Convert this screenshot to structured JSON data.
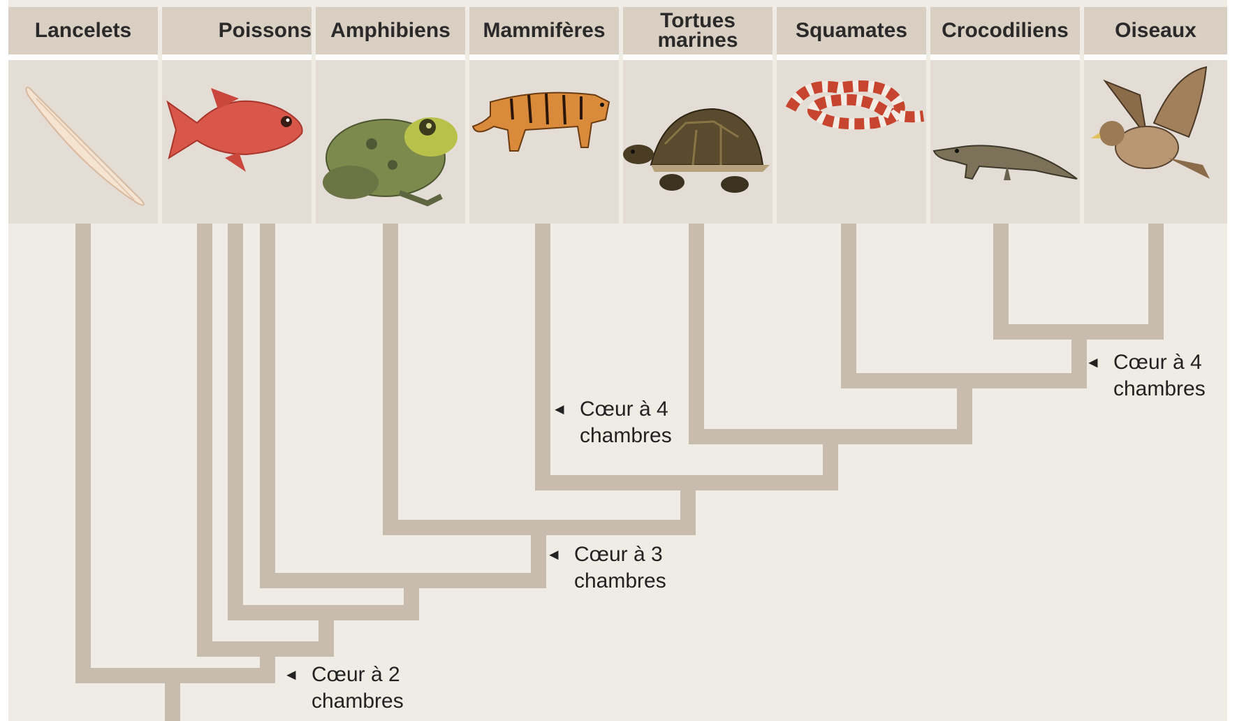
{
  "taxa": [
    {
      "id": "lancelets",
      "label": "Lancelets",
      "icon": "lancelet-icon"
    },
    {
      "id": "poissons",
      "label": "Poissons",
      "icon": "fish-icon"
    },
    {
      "id": "amphibiens",
      "label": "Amphibiens",
      "icon": "frog-icon"
    },
    {
      "id": "mammiferes",
      "label": "Mammifères",
      "icon": "tiger-icon"
    },
    {
      "id": "tortues",
      "label": "Tortues marines",
      "icon": "turtle-icon"
    },
    {
      "id": "squamates",
      "label": "Squamates",
      "icon": "snake-icon"
    },
    {
      "id": "crocodiliens",
      "label": "Crocodiliens",
      "icon": "crocodile-icon"
    },
    {
      "id": "oiseaux",
      "label": "Oiseaux",
      "icon": "bird-icon"
    }
  ],
  "annotations": {
    "two_chambers": {
      "line1": "Cœur à 2",
      "line2": "chambres"
    },
    "three_chambers": {
      "line1": "Cœur à 3",
      "line2": "chambres"
    },
    "four_chambers_a": {
      "line1": "Cœur à 4",
      "line2": "chambres"
    },
    "four_chambers_b": {
      "line1": "Cœur à 4",
      "line2": "chambres"
    }
  },
  "arrow_glyph": "◄",
  "colors": {
    "branch": "#c8bcae",
    "header": "#d9cfc2",
    "panel": "#e3ddd6",
    "background": "#efebe5"
  }
}
